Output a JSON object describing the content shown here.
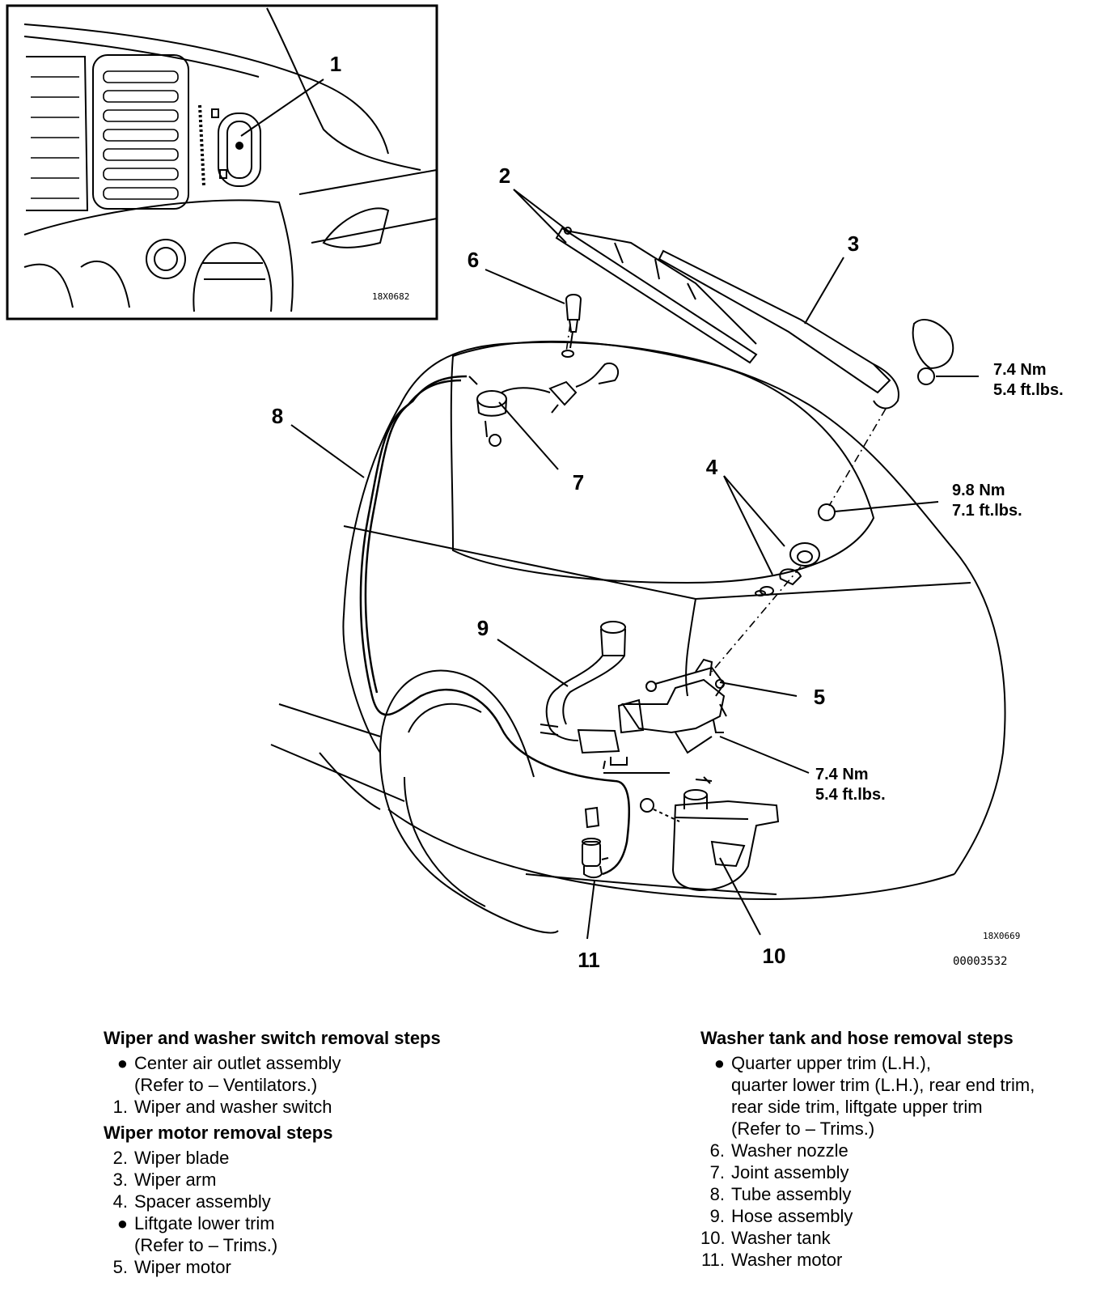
{
  "inset": {
    "callout_1": "1",
    "code": "18X0682"
  },
  "callouts": {
    "c2": "2",
    "c3": "3",
    "c4": "4",
    "c5": "5",
    "c6": "6",
    "c7": "7",
    "c8": "8",
    "c9": "9",
    "c10": "10",
    "c11": "11"
  },
  "torques": {
    "arm_nm": "7.4 Nm",
    "arm_ftlbs": "5.4 ft.lbs.",
    "pivot_nm": "9.8 Nm",
    "pivot_ftlbs": "7.1 ft.lbs.",
    "motor_nm": "7.4 Nm",
    "motor_ftlbs": "5.4 ft.lbs."
  },
  "figure_codes": {
    "main": "18X0669",
    "doc": "00003532"
  },
  "left_column": {
    "heading1": "Wiper and washer switch removal steps",
    "items1": [
      {
        "marker": "●",
        "text": "Center air outlet assembly",
        "text2": "(Refer to  – Ventilators.)"
      },
      {
        "marker": "1.",
        "text": "Wiper and washer switch",
        "text2": ""
      }
    ],
    "heading2": "Wiper motor removal steps",
    "items2": [
      {
        "marker": "2.",
        "text": "Wiper blade",
        "text2": ""
      },
      {
        "marker": "3.",
        "text": "Wiper arm",
        "text2": ""
      },
      {
        "marker": "4.",
        "text": "Spacer assembly",
        "text2": ""
      },
      {
        "marker": "●",
        "text": "Liftgate lower trim",
        "text2": "(Refer to   – Trims.)"
      },
      {
        "marker": "5.",
        "text": "Wiper motor",
        "text2": ""
      }
    ]
  },
  "right_column": {
    "heading": "Washer tank and hose removal steps",
    "items": [
      {
        "marker": "●",
        "text": "Quarter upper trim (L.H.),",
        "text2": "quarter lower trim (L.H.), rear end trim,",
        "text3": "rear side trim, liftgate upper trim",
        "text4": "(Refer to – Trims.)"
      },
      {
        "marker": "6.",
        "text": "Washer nozzle"
      },
      {
        "marker": "7.",
        "text": "Joint assembly"
      },
      {
        "marker": "8.",
        "text": "Tube assembly"
      },
      {
        "marker": "9.",
        "text": "Hose assembly"
      },
      {
        "marker": "10.",
        "text": "Washer tank"
      },
      {
        "marker": "11.",
        "text": "Washer motor"
      }
    ]
  }
}
